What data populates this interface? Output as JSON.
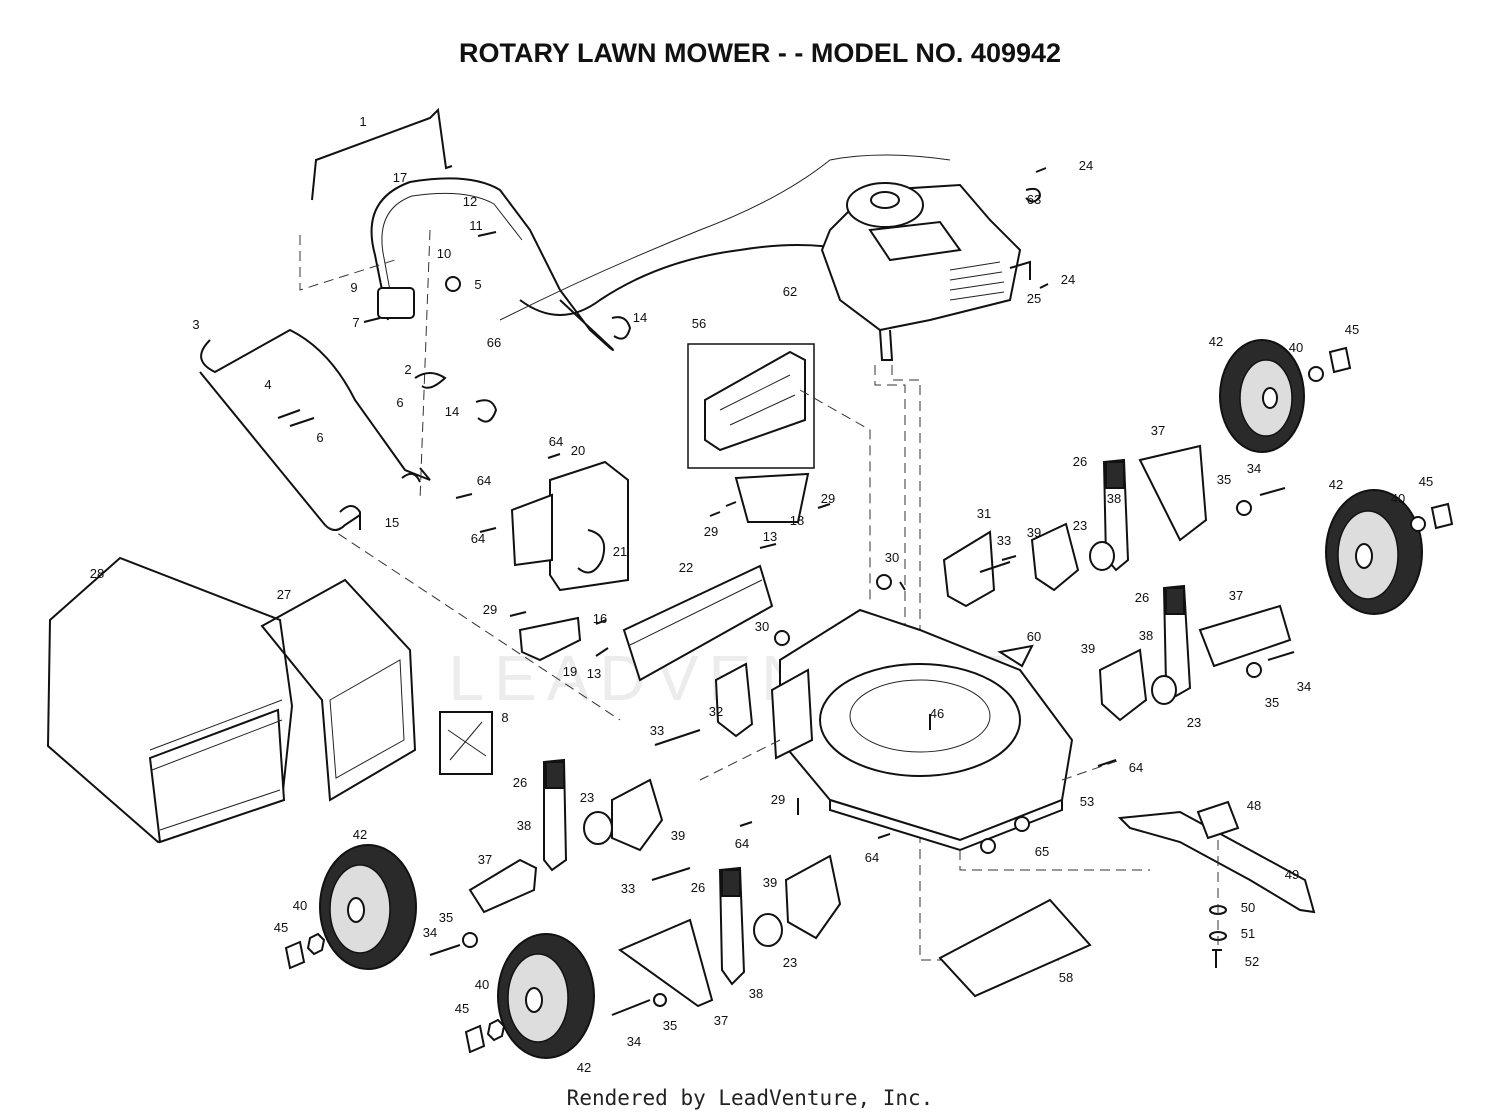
{
  "title": "ROTARY LAWN MOWER - - MODEL NO. 409942",
  "footer": "Rendered by LeadVenture, Inc.",
  "watermark": "LEADVENTURE",
  "callouts": [
    {
      "id": "c1",
      "label": "1"
    },
    {
      "id": "c17",
      "label": "17"
    },
    {
      "id": "c12",
      "label": "12"
    },
    {
      "id": "c11",
      "label": "11"
    },
    {
      "id": "c10",
      "label": "10"
    },
    {
      "id": "c9",
      "label": "9"
    },
    {
      "id": "c5",
      "label": "5"
    },
    {
      "id": "c7",
      "label": "7"
    },
    {
      "id": "c3",
      "label": "3"
    },
    {
      "id": "c4",
      "label": "4"
    },
    {
      "id": "c2",
      "label": "2"
    },
    {
      "id": "c66",
      "label": "66"
    },
    {
      "id": "c14a",
      "label": "14"
    },
    {
      "id": "c14b",
      "label": "14"
    },
    {
      "id": "c6a",
      "label": "6"
    },
    {
      "id": "c6b",
      "label": "6"
    },
    {
      "id": "c15",
      "label": "15"
    },
    {
      "id": "c64a",
      "label": "64"
    },
    {
      "id": "c64b",
      "label": "64"
    },
    {
      "id": "c64c",
      "label": "64"
    },
    {
      "id": "c20",
      "label": "20"
    },
    {
      "id": "c21",
      "label": "21"
    },
    {
      "id": "c56",
      "label": "56"
    },
    {
      "id": "c62",
      "label": "62"
    },
    {
      "id": "c24a",
      "label": "24"
    },
    {
      "id": "c63",
      "label": "63"
    },
    {
      "id": "c24b",
      "label": "24"
    },
    {
      "id": "c25",
      "label": "25"
    },
    {
      "id": "c18",
      "label": "18"
    },
    {
      "id": "c29a",
      "label": "29"
    },
    {
      "id": "c29b",
      "label": "29"
    },
    {
      "id": "c13a",
      "label": "13"
    },
    {
      "id": "c22",
      "label": "22"
    },
    {
      "id": "c29c",
      "label": "29"
    },
    {
      "id": "c16",
      "label": "16"
    },
    {
      "id": "c19",
      "label": "19"
    },
    {
      "id": "c13b",
      "label": "13"
    },
    {
      "id": "c28",
      "label": "28"
    },
    {
      "id": "c27",
      "label": "27"
    },
    {
      "id": "c8",
      "label": "8"
    },
    {
      "id": "c30a",
      "label": "30"
    },
    {
      "id": "c30b",
      "label": "30"
    },
    {
      "id": "c31",
      "label": "31"
    },
    {
      "id": "c33a",
      "label": "33"
    },
    {
      "id": "c39a",
      "label": "39"
    },
    {
      "id": "c23a",
      "label": "23"
    },
    {
      "id": "c60",
      "label": "60"
    },
    {
      "id": "c46",
      "label": "46"
    },
    {
      "id": "c32",
      "label": "32"
    },
    {
      "id": "c33b",
      "label": "33"
    },
    {
      "id": "c26a",
      "label": "26"
    },
    {
      "id": "c38a",
      "label": "38"
    },
    {
      "id": "c23b",
      "label": "23"
    },
    {
      "id": "c39b",
      "label": "39"
    },
    {
      "id": "c29d",
      "label": "29"
    },
    {
      "id": "c64d",
      "label": "64"
    },
    {
      "id": "c33c",
      "label": "33"
    },
    {
      "id": "c42a",
      "label": "42"
    },
    {
      "id": "c37a",
      "label": "37"
    },
    {
      "id": "c40a",
      "label": "40"
    },
    {
      "id": "c45a",
      "label": "45"
    },
    {
      "id": "c35a",
      "label": "35"
    },
    {
      "id": "c34a",
      "label": "34"
    },
    {
      "id": "c26b",
      "label": "26"
    },
    {
      "id": "c39c",
      "label": "39"
    },
    {
      "id": "c23c",
      "label": "23"
    },
    {
      "id": "c38b",
      "label": "38"
    },
    {
      "id": "c37b",
      "label": "37"
    },
    {
      "id": "c35b",
      "label": "35"
    },
    {
      "id": "c34b",
      "label": "34"
    },
    {
      "id": "c40b",
      "label": "40"
    },
    {
      "id": "c45b",
      "label": "45"
    },
    {
      "id": "c42b",
      "label": "42"
    },
    {
      "id": "c64e",
      "label": "64"
    },
    {
      "id": "c65",
      "label": "65"
    },
    {
      "id": "c53",
      "label": "53"
    },
    {
      "id": "c58",
      "label": "58"
    },
    {
      "id": "c48",
      "label": "48"
    },
    {
      "id": "c49",
      "label": "49"
    },
    {
      "id": "c50",
      "label": "50"
    },
    {
      "id": "c51",
      "label": "51"
    },
    {
      "id": "c52",
      "label": "52"
    },
    {
      "id": "c64f",
      "label": "64"
    },
    {
      "id": "c42c",
      "label": "42"
    },
    {
      "id": "c40c",
      "label": "40"
    },
    {
      "id": "c45c",
      "label": "45"
    },
    {
      "id": "c37c",
      "label": "37"
    },
    {
      "id": "c26c",
      "label": "26"
    },
    {
      "id": "c38c",
      "label": "38"
    },
    {
      "id": "c35c",
      "label": "35"
    },
    {
      "id": "c34c",
      "label": "34"
    },
    {
      "id": "c39d",
      "label": "39"
    },
    {
      "id": "c42d",
      "label": "42"
    },
    {
      "id": "c40d",
      "label": "40"
    },
    {
      "id": "c45d",
      "label": "45"
    },
    {
      "id": "c37d",
      "label": "37"
    },
    {
      "id": "c26d",
      "label": "26"
    },
    {
      "id": "c38d",
      "label": "38"
    },
    {
      "id": "c23d",
      "label": "23"
    },
    {
      "id": "c35d",
      "label": "35"
    },
    {
      "id": "c34d",
      "label": "34"
    }
  ]
}
